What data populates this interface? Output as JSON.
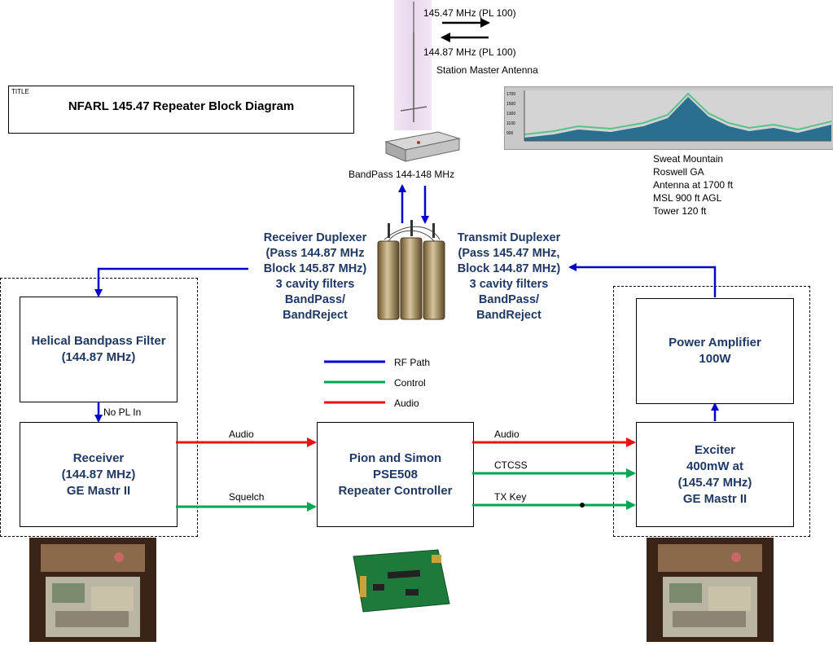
{
  "title_block": {
    "tag": "TITLE",
    "title": "NFARL 145.47 Repeater Block Diagram"
  },
  "antenna": {
    "tx_freq": "145.47 MHz (PL 100)",
    "rx_freq": "144.87 MHz  (PL 100)",
    "name": "Station Master  Antenna"
  },
  "bandpass": {
    "label": "BandPass 144-148 MHz"
  },
  "site_info": [
    "Sweat Mountain",
    "Roswell GA",
    "Antenna at 1700 ft",
    "MSL 900 ft AGL",
    "Tower 120 ft"
  ],
  "receiver_duplexer": "Receiver Duplexer\n(Pass 144.87 MHz\nBlock 145.87 MHz)\n3 cavity filters\nBandPass/\nBandReject",
  "transmit_duplexer": "Transmit Duplexer\n(Pass 145.47 MHz,\nBlock 144.87 MHz)\n3 cavity filters\nBandPass/\nBandReject",
  "blocks": {
    "helical": "Helical Bandpass Filter\n(144.87 MHz)",
    "receiver": "Receiver\n(144.87 MHz)\nGE Mastr II",
    "controller": "Pion and Simon\nPSE508\nRepeater Controller",
    "pa": "Power Amplifier\n100W",
    "exciter": "Exciter\n400mW at\n(145.47 MHz)\nGE Mastr II"
  },
  "legend": [
    {
      "label": "RF Path",
      "color": "#0000cc"
    },
    {
      "label": "Control",
      "color": "#00a651"
    },
    {
      "label": "Audio",
      "color": "#ee1111"
    }
  ],
  "signals": {
    "no_pl": "No PL In",
    "rx_audio": "Audio",
    "squelch": "Squelch",
    "tx_audio": "Audio",
    "ctcss": "CTCSS",
    "tx_key": "TX Key"
  },
  "colors": {
    "rf": "#0000cc",
    "control": "#00a651",
    "audio": "#ee1111",
    "block_text": "#1f3864"
  }
}
